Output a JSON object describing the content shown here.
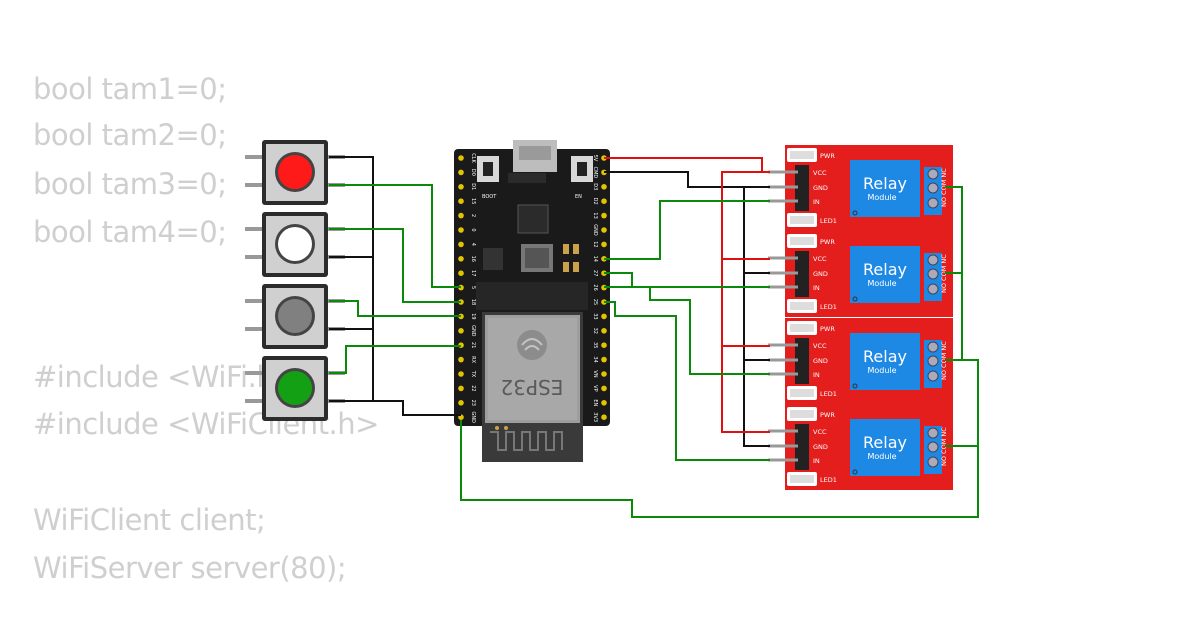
{
  "code_lines": [
    "bool tam1=0;",
    "bool tam2=0;",
    "bool tam3=0;",
    "bool tam4=0;",
    "#include <WiFi.h>",
    "#include <WiFiClient.h>",
    "WiFiClient client;",
    "WiFiServer server(80);"
  ],
  "esp32": {
    "chip_label": "ESP32",
    "boot_label": "BOOT",
    "en_label": "EN",
    "left_pins": [
      "CLK",
      "D0",
      "D1",
      "15",
      "2",
      "0",
      "4",
      "16",
      "17",
      "5",
      "18",
      "19",
      "GND",
      "21",
      "RX",
      "TX",
      "22",
      "23",
      "GND"
    ],
    "right_pins": [
      "5V",
      "CMD",
      "D3",
      "D2",
      "13",
      "GND",
      "12",
      "14",
      "27",
      "26",
      "25",
      "33",
      "32",
      "35",
      "34",
      "VN",
      "VP",
      "EN",
      "3V3"
    ]
  },
  "buttons": [
    {
      "name": "red-button",
      "color": "#ff1a1a"
    },
    {
      "name": "white-button",
      "color": "#ffffff"
    },
    {
      "name": "gray-button",
      "color": "#808080"
    },
    {
      "name": "green-button",
      "color": "#14a014"
    }
  ],
  "relays": [
    {
      "title": "Relay",
      "subtitle": "Module",
      "pwr": "PWR",
      "vcc": "VCC",
      "gnd": "GND",
      "in": "IN",
      "led": "LED1",
      "no": "NO",
      "com": "COM",
      "nc": "NC"
    },
    {
      "title": "Relay",
      "subtitle": "Module",
      "pwr": "PWR",
      "vcc": "VCC",
      "gnd": "GND",
      "in": "IN",
      "led": "LED1",
      "no": "NO",
      "com": "COM",
      "nc": "NC"
    },
    {
      "title": "Relay",
      "subtitle": "Module",
      "pwr": "PWR",
      "vcc": "VCC",
      "gnd": "GND",
      "in": "IN",
      "led": "LED1",
      "no": "NO",
      "com": "COM",
      "nc": "NC"
    },
    {
      "title": "Relay",
      "subtitle": "Module",
      "pwr": "PWR",
      "vcc": "VCC",
      "gnd": "GND",
      "in": "IN",
      "led": "LED1",
      "no": "NO",
      "com": "COM",
      "nc": "NC"
    }
  ],
  "colors": {
    "wire_green": "#0a8a0a",
    "wire_black": "#111111",
    "wire_red": "#e01010",
    "relay_board": "#e41d1d",
    "relay_block": "#1e88e5",
    "esp_board": "#1a1a1a"
  }
}
